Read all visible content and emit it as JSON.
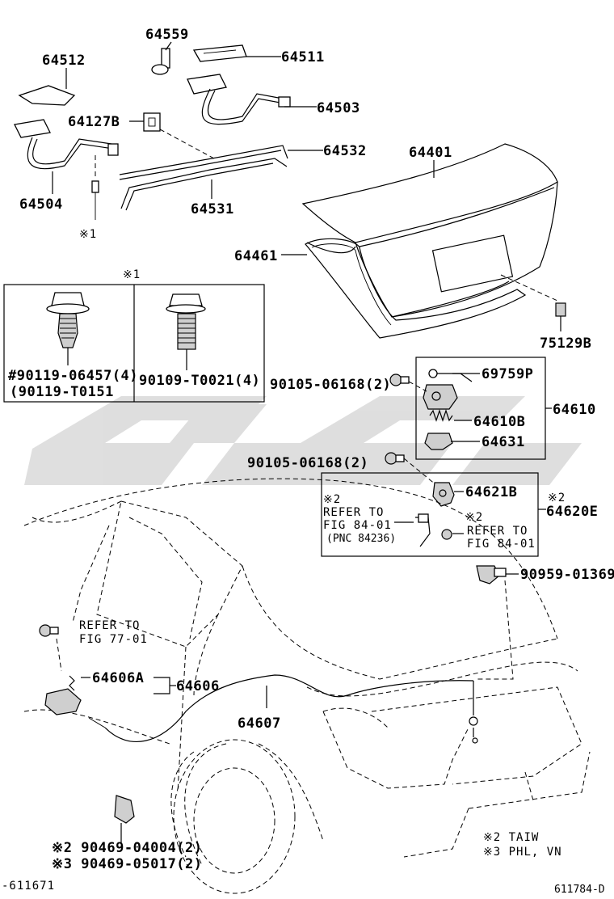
{
  "labels": {
    "p64559": "64559",
    "p64511": "64511",
    "p64512": "64512",
    "p64503": "64503",
    "p64127b": "64127B",
    "p64532": "64532",
    "p64401": "64401",
    "p64504": "64504",
    "p64531": "64531",
    "mark1": "※1",
    "p64461": "64461",
    "mark1_box": "※1",
    "p75129b": "75129B",
    "p90119_06457": "#90119-06457(4)",
    "p90119_t0151": "(90119-T0151",
    "p90109_t0021": "90109-T0021(4)",
    "p90105_06168_a": "90105-06168(2)",
    "p69759p": "69759P",
    "p64610": "64610",
    "p64610b": "64610B",
    "p64631": "64631",
    "p90105_06168_b": "90105-06168(2)",
    "p64621b": "64621B",
    "mark2_a": "※2",
    "refer_to_a": "REFER TO",
    "fig_84_01_a": "FIG 84-01",
    "pnc_84236": "(PNC 84236)",
    "mark2_b": "※2",
    "refer_to_b": "REFER TO",
    "fig_84_01_b": "FIG 84-01",
    "mark2_c": "※2",
    "p64620e": "64620E",
    "p90959_01369": "90959-01369",
    "refer_to_c": "REFER TO",
    "fig_77_01": "FIG 77-01",
    "p64606a": "64606A",
    "p64606": "64606",
    "p64607": "64607",
    "p90469_04004": "※2 90469-04004(2)",
    "p90469_05017": "※3 90469-05017(2)",
    "legend_2": "※2 TAIW",
    "legend_3": "※3 PHL, VN",
    "footer_left": "-611671",
    "footer_right": "611784-D"
  }
}
